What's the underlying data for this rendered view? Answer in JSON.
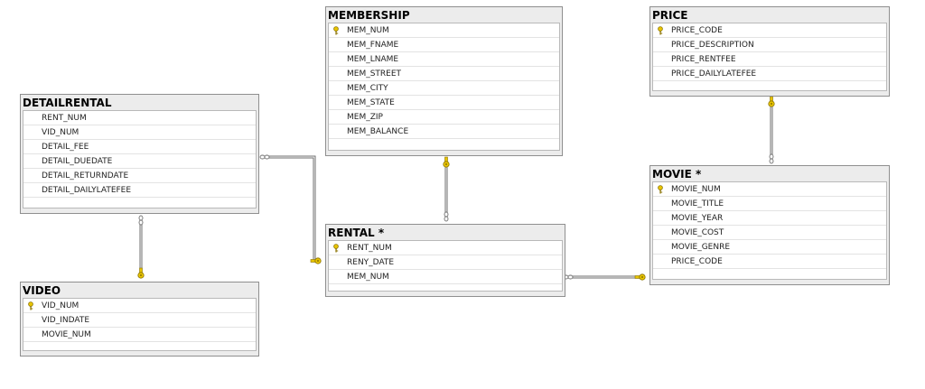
{
  "tables": [
    {
      "id": "membership",
      "title": "MEMBERSHIP",
      "columns": [
        {
          "name": "MEM_NUM",
          "pk": true
        },
        {
          "name": "MEM_FNAME",
          "pk": false
        },
        {
          "name": "MEM_LNAME",
          "pk": false
        },
        {
          "name": "MEM_STREET",
          "pk": false
        },
        {
          "name": "MEM_CITY",
          "pk": false
        },
        {
          "name": "MEM_STATE",
          "pk": false
        },
        {
          "name": "MEM_ZIP",
          "pk": false
        },
        {
          "name": "MEM_BALANCE",
          "pk": false
        }
      ]
    },
    {
      "id": "price",
      "title": "PRICE",
      "columns": [
        {
          "name": "PRICE_CODE",
          "pk": true
        },
        {
          "name": "PRICE_DESCRIPTION",
          "pk": false
        },
        {
          "name": "PRICE_RENTFEE",
          "pk": false
        },
        {
          "name": "PRICE_DAILYLATEFEE",
          "pk": false
        }
      ]
    },
    {
      "id": "detailrental",
      "title": "DETAILRENTAL",
      "columns": [
        {
          "name": "RENT_NUM",
          "pk": false
        },
        {
          "name": "VID_NUM",
          "pk": false
        },
        {
          "name": "DETAIL_FEE",
          "pk": false
        },
        {
          "name": "DETAIL_DUEDATE",
          "pk": false
        },
        {
          "name": "DETAIL_RETURNDATE",
          "pk": false
        },
        {
          "name": "DETAIL_DAILYLATEFEE",
          "pk": false
        }
      ]
    },
    {
      "id": "movie",
      "title": "MOVIE *",
      "columns": [
        {
          "name": "MOVIE_NUM",
          "pk": true
        },
        {
          "name": "MOVIE_TITLE",
          "pk": false
        },
        {
          "name": "MOVIE_YEAR",
          "pk": false
        },
        {
          "name": "MOVIE_COST",
          "pk": false
        },
        {
          "name": "MOVIE_GENRE",
          "pk": false
        },
        {
          "name": "PRICE_CODE",
          "pk": false
        }
      ]
    },
    {
      "id": "rental",
      "title": "RENTAL *",
      "columns": [
        {
          "name": "RENT_NUM",
          "pk": true
        },
        {
          "name": "RENY_DATE",
          "pk": false
        },
        {
          "name": "MEM_NUM",
          "pk": false
        }
      ]
    },
    {
      "id": "video",
      "title": "VIDEO",
      "columns": [
        {
          "name": "VID_NUM",
          "pk": true
        },
        {
          "name": "VID_INDATE",
          "pk": false
        },
        {
          "name": "MOVIE_NUM",
          "pk": false
        }
      ]
    }
  ],
  "relationships": [
    {
      "from": "membership",
      "to": "rental"
    },
    {
      "from": "price",
      "to": "movie"
    },
    {
      "from": "rental",
      "to": "detailrental"
    },
    {
      "from": "video",
      "to": "detailrental"
    },
    {
      "from": "movie",
      "to": "rental"
    }
  ],
  "colors": {
    "header_bg": "#ececec",
    "border": "#8f8f8f",
    "key_icon": "#e8c400",
    "key_outline": "#8a7200",
    "line": "#6e6e6e"
  }
}
